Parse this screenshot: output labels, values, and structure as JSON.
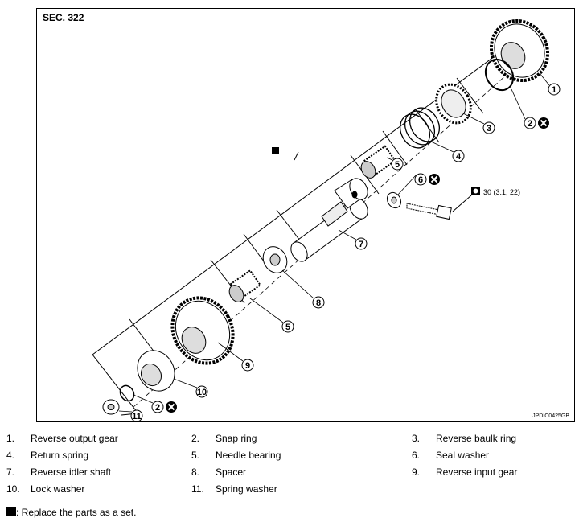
{
  "figure": {
    "section": "SEC. 322",
    "figure_id": "JPDIC0425GB",
    "torque": "30 (3.1, 22)",
    "callouts": [
      "1",
      "2",
      "3",
      "4",
      "5",
      "6",
      "7",
      "8",
      "9",
      "10",
      "11"
    ]
  },
  "legend": [
    {
      "num": "1.",
      "text": "Reverse output gear"
    },
    {
      "num": "2.",
      "text": "Snap ring"
    },
    {
      "num": "3.",
      "text": "Reverse baulk ring"
    },
    {
      "num": "4.",
      "text": "Return spring"
    },
    {
      "num": "5.",
      "text": "Needle bearing"
    },
    {
      "num": "6.",
      "text": "Seal washer"
    },
    {
      "num": "7.",
      "text": "Reverse idler shaft"
    },
    {
      "num": "8.",
      "text": "Spacer"
    },
    {
      "num": "9.",
      "text": "Reverse input gear"
    },
    {
      "num": "10.",
      "text": "Lock washer"
    },
    {
      "num": "11.",
      "text": "Spring washer"
    }
  ],
  "note": ": Replace the parts as a set."
}
